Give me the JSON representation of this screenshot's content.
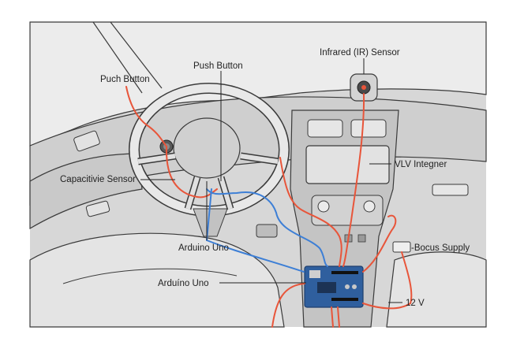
{
  "labels": {
    "push_button_left": "Puch Button",
    "push_button_top": "Push Button",
    "ir_sensor": "Infrared (IR) Sensor",
    "vlv_integrator": "VLV Integner",
    "capacitive_sensor": "Capacitivie Sensor",
    "arduino_uno_center": "Arduino Uno",
    "arduino_uno_left": "Arduíno Uno",
    "bocus_supply": "-Bocus Supply",
    "voltage": "12 V"
  },
  "colors": {
    "background": "#ffffff",
    "interior": "#dadada",
    "interior_dark": "#bfbfbf",
    "outline": "#3a3a3a",
    "wire_red": "#e8553a",
    "wire_blue": "#3d7fd6",
    "board": "#2f5f9e"
  },
  "icons": [
    "ir-sensor-icon",
    "push-button-icon",
    "arduino-board-icon",
    "power-connector-icon"
  ]
}
